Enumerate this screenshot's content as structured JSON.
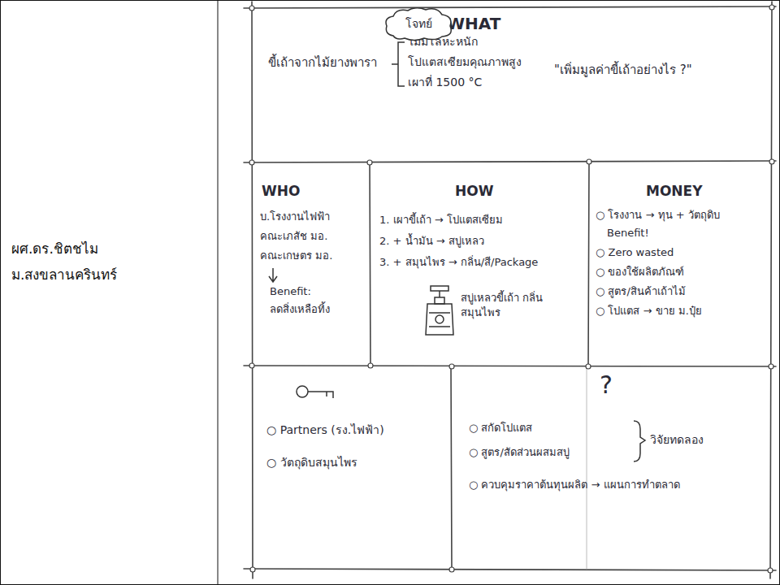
{
  "diagram": {
    "nodes": [
      {
        "text": [
          "WHAT",
          "ขี้เถ้าจากไม้ยางพารา",
          "ไม่มีโลหะหนัก",
          "โปแตสเซียมคุณภาพสูง",
          "เผาที่ 1500 °C",
          "\"เพิ่มมูลค่าขี้เถ้าอย่างไร ?\""
        ]
      },
      {
        "text": [
          "โจทย์"
        ],
        "in": 0
      },
      {
        "text": [
          "WHO",
          "บ.โรงงานไฟฟ้า",
          "คณะเภสัช มอ.",
          "คณะเกษตร มอ.",
          "Benefit:",
          "ลดสิ่งเหลือทิ้ง"
        ]
      },
      {
        "text": [
          "HOW",
          "1. เผาขี้เถ้า → โปแตสเซียม",
          "2. + น้ำมัน → สบู่เหลว",
          "3. + สมุนไพร → กลิ่น/สี/Package",
          "สบู่เหลวขี้เถ้า กลิ่นสมุนไพร"
        ]
      },
      {
        "text": [
          "MONEY",
          "○ โรงงาน → ทุน + วัตถุดิบ",
          "Benefit!",
          "○ Zero wasted",
          "○ ของใช้ผลิตภัณฑ์",
          "○ สูตร/สินค้าเถ้าไม้",
          "○ โปแตส → ขาย ม.ปุ๋ย"
        ]
      },
      {
        "text": [
          "○ Partners (รง.ไฟฟ้า)",
          "○ วัตถุดิบสมุนไพร"
        ]
      },
      {
        "text": [
          "?",
          "○ สกัดโปแตส",
          "○ สูตร/สัดส่วนผสมสบู่",
          "วิจัยทดลอง",
          "○ ควบคุมราคาต้นทุนผลิต → แผนการทำตลาด"
        ]
      }
    ],
    "labels": [
      "ผศ.ดร.ชิตชไม",
      "ม.สงขลานครินทร์"
    ]
  }
}
